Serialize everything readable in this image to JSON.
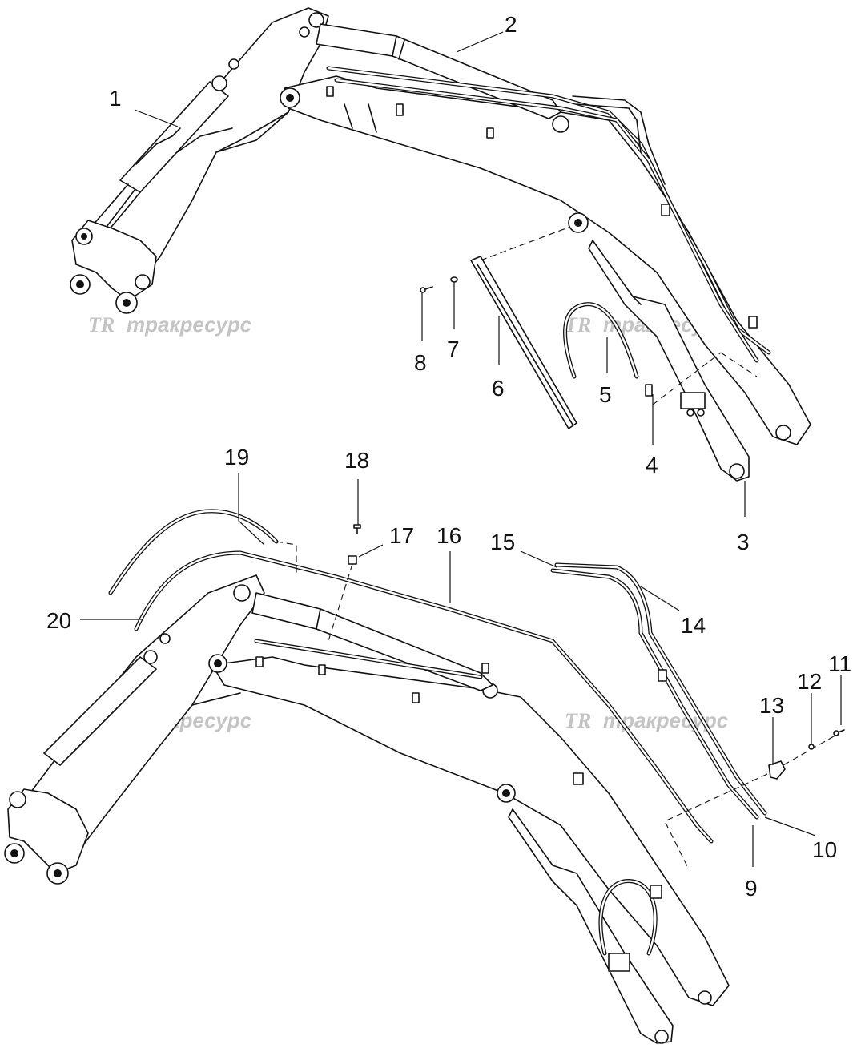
{
  "watermark": {
    "logo": "TR",
    "text": "тракресурс"
  },
  "callouts": [
    {
      "id": "1",
      "label": "1"
    },
    {
      "id": "2",
      "label": "2"
    },
    {
      "id": "3",
      "label": "3"
    },
    {
      "id": "4",
      "label": "4"
    },
    {
      "id": "5",
      "label": "5"
    },
    {
      "id": "6",
      "label": "6"
    },
    {
      "id": "7",
      "label": "7"
    },
    {
      "id": "8",
      "label": "8"
    },
    {
      "id": "9",
      "label": "9"
    },
    {
      "id": "10",
      "label": "10"
    },
    {
      "id": "11",
      "label": "11"
    },
    {
      "id": "12",
      "label": "12"
    },
    {
      "id": "13",
      "label": "13"
    },
    {
      "id": "14",
      "label": "14"
    },
    {
      "id": "15",
      "label": "15"
    },
    {
      "id": "16",
      "label": "16"
    },
    {
      "id": "17",
      "label": "17"
    },
    {
      "id": "18",
      "label": "18"
    },
    {
      "id": "19",
      "label": "19"
    },
    {
      "id": "20",
      "label": "20"
    }
  ]
}
